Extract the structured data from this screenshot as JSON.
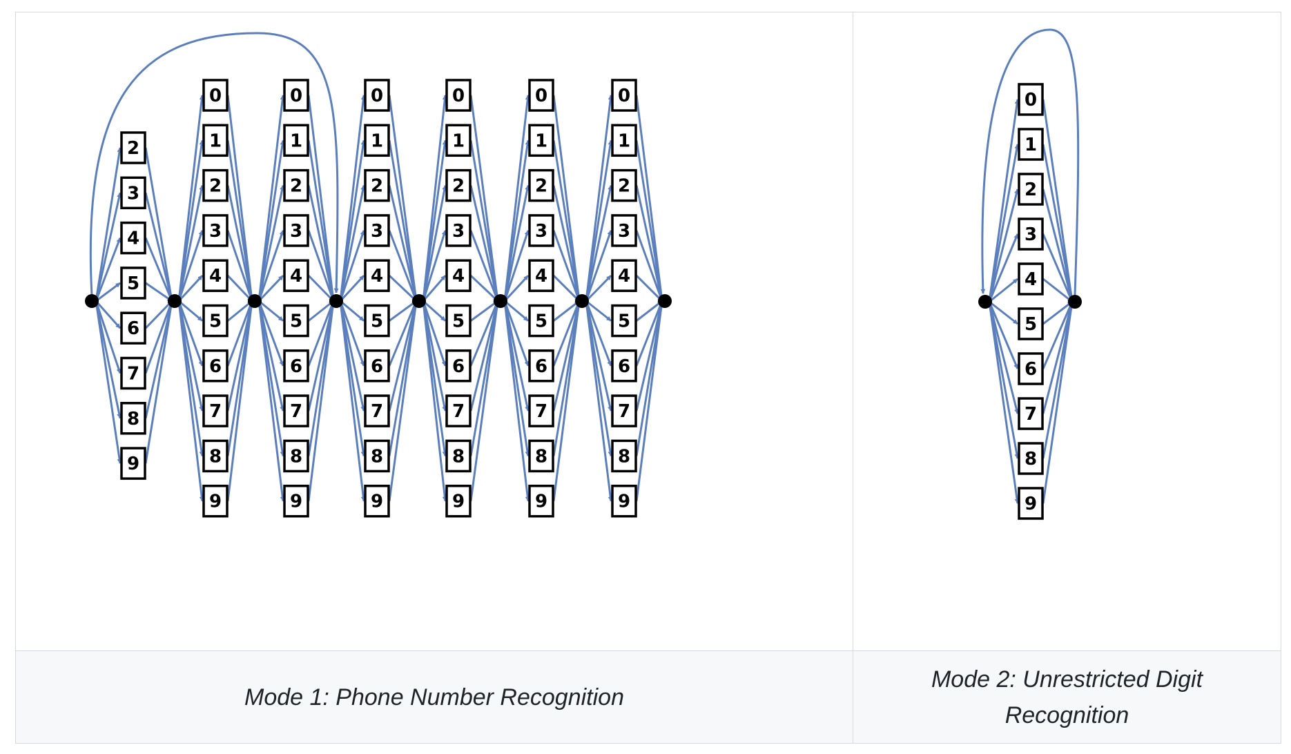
{
  "captions": {
    "mode1": "Mode 1: Phone Number Recognition",
    "mode2": "Mode 2: Unrestricted Digit Recognition"
  },
  "diagram1": {
    "first_column_digits": [
      "2",
      "3",
      "4",
      "5",
      "6",
      "7",
      "8",
      "9"
    ],
    "later_column_digits": [
      "0",
      "1",
      "2",
      "3",
      "4",
      "5",
      "6",
      "7",
      "8",
      "9"
    ],
    "later_column_count": 6,
    "skip_edge": "from start node to after third digit column"
  },
  "diagram2": {
    "digits": [
      "0",
      "1",
      "2",
      "3",
      "4",
      "5",
      "6",
      "7",
      "8",
      "9"
    ],
    "loop_edge": "from end node back to start node"
  },
  "colors": {
    "edge": "#5b7fbd",
    "box_border": "#000000",
    "node": "#000000",
    "caption_background": "#f6f8fa",
    "grid_border": "#d6d9de"
  }
}
